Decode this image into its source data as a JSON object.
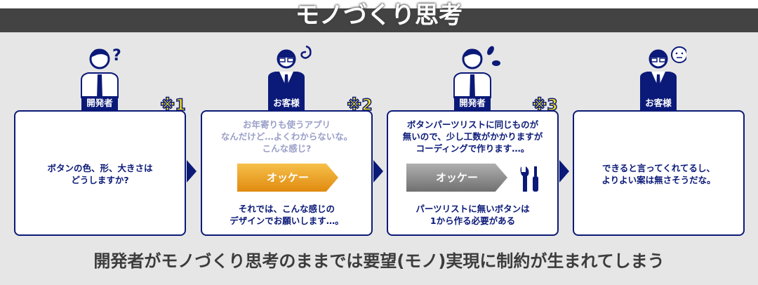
{
  "title": "モノづくり思考",
  "steps": [
    {
      "role": "開発者",
      "note": "※1",
      "icon": "question-icon",
      "text": [
        "ボタンの色、形、大きさは",
        "どうしますか?"
      ]
    },
    {
      "role": "お客様",
      "note": "※2",
      "icon": "confused-swirl-icon",
      "quote": [
        "お年寄りも使うアプリ",
        "なんだけど…よくわからないな。",
        "こんな感じ?"
      ],
      "button": "オッケー",
      "text": [
        "それでは、こんな感じの",
        "デザインでお願いします…。"
      ]
    },
    {
      "role": "開発者",
      "note": "※3",
      "icon": "sweat-icon",
      "quote": [
        "ボタンパーツリストに同じものが",
        "無いので、少し工数がかかりますが",
        "コーディングで作ります…。"
      ],
      "button": "オッケー",
      "text": [
        "パーツリストに無いボタンは",
        "1から作る必要がある"
      ]
    },
    {
      "role": "お客様",
      "icon": "neutral-face-icon",
      "text": [
        "できると言ってくれてるし、",
        "よりよい案は無さそうだな。"
      ]
    }
  ],
  "footer": "開発者がモノづくり思考のままでは要望(モノ)実現に制約が生まれてしまう",
  "colors": {
    "navy": "#0b1a78",
    "orange": "#f0a020",
    "gray_button": "#8a8a8a",
    "note": "#f5e11a"
  }
}
